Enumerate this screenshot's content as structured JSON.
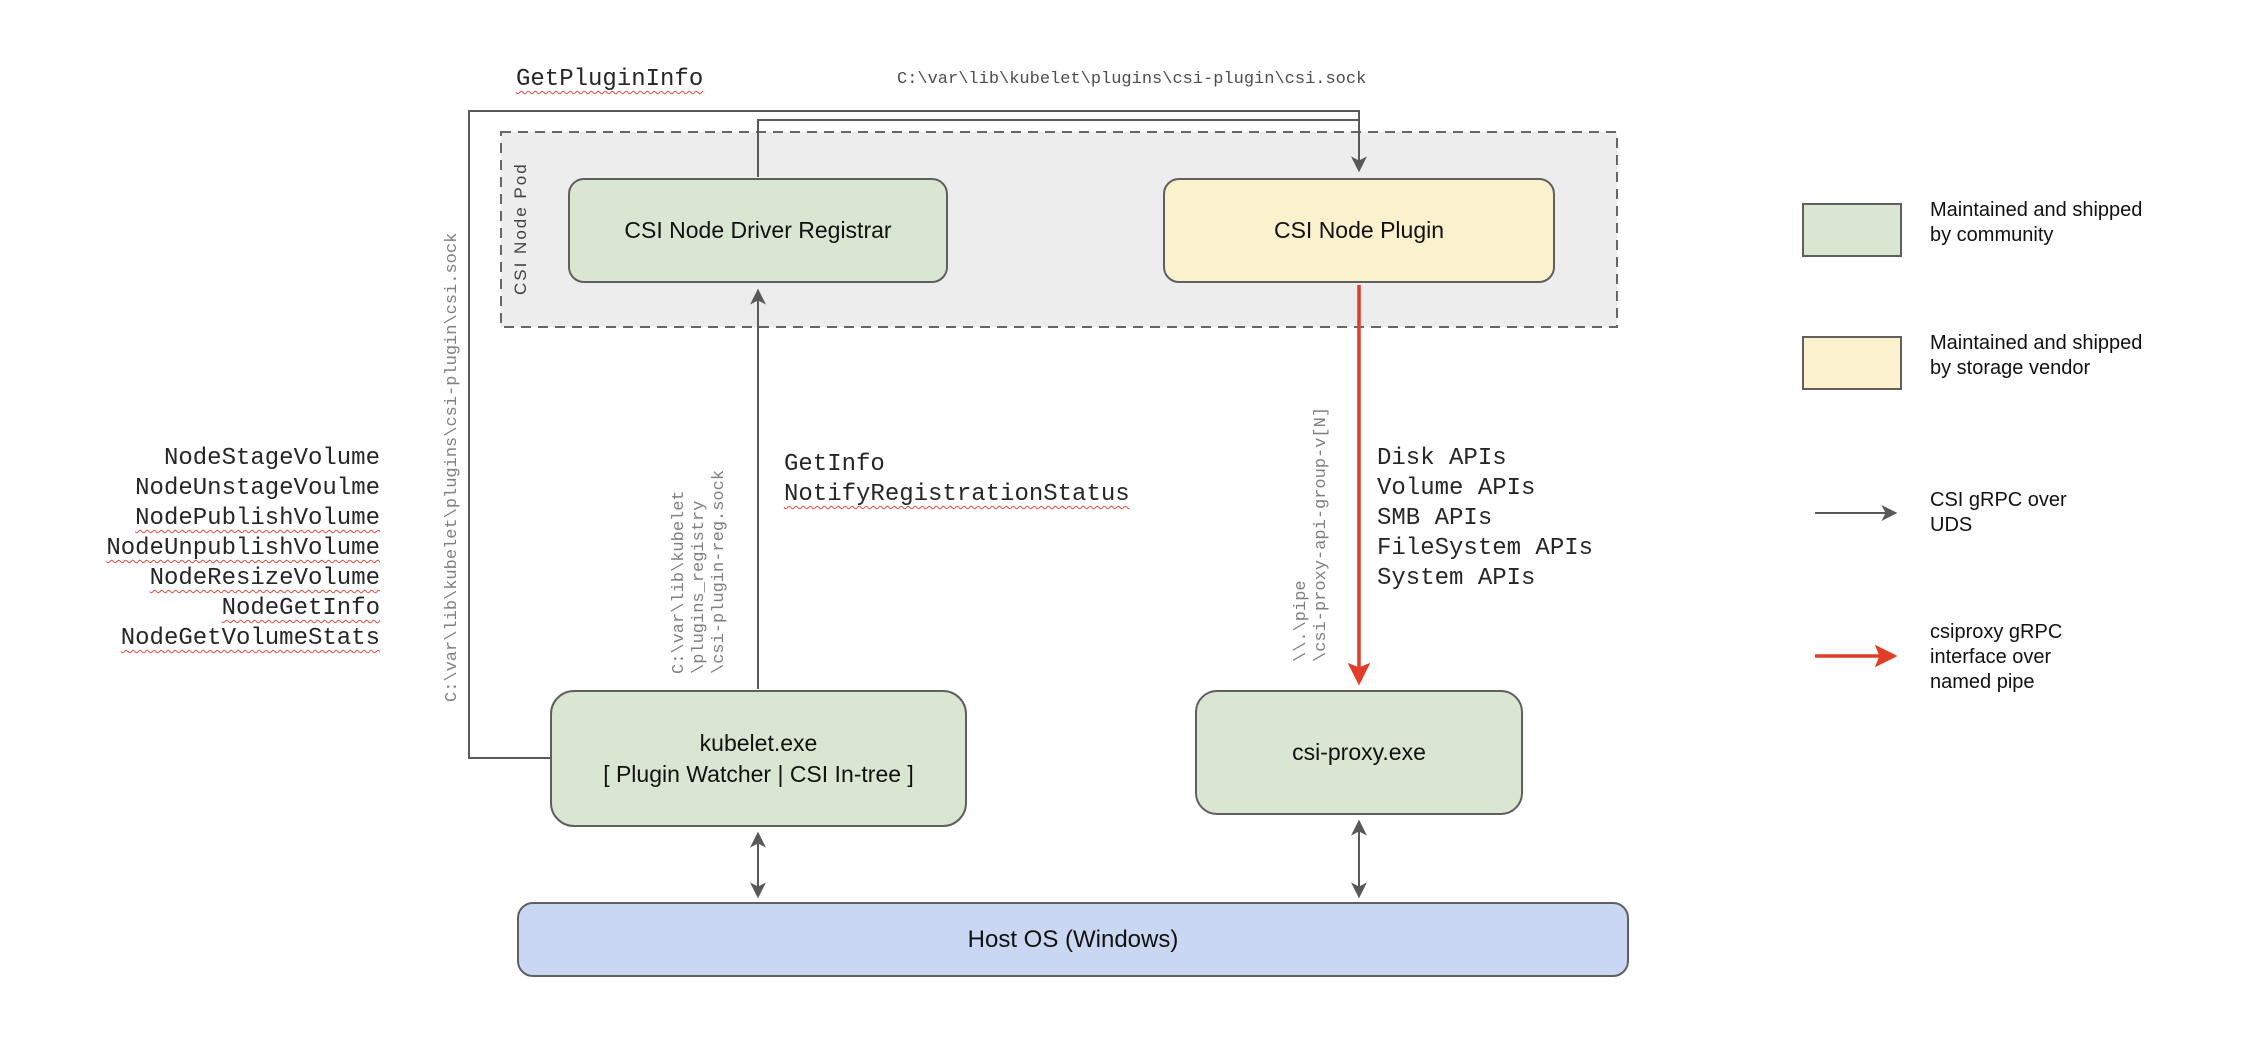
{
  "labels": {
    "get_plugin_info": "GetPluginInfo",
    "csi_sock_path_top": "C:\\var\\lib\\kubelet\\plugins\\csi-plugin\\csi.sock",
    "csi_sock_path_left": "C:\\var\\lib\\kubelet\\plugins\\csi-plugin\\csi.sock"
  },
  "pod": {
    "label": "CSI Node Pod"
  },
  "nodes": {
    "registrar": {
      "label": "CSI Node Driver Registrar"
    },
    "plugin": {
      "label": "CSI Node Plugin"
    },
    "kubelet": {
      "line1": "kubelet.exe",
      "line2": "[ Plugin Watcher | CSI In-tree ]"
    },
    "csi_proxy": {
      "label": "csi-proxy.exe"
    },
    "host": {
      "label": "Host OS (Windows)"
    }
  },
  "node_calls": [
    "NodeStageVolume",
    "NodeUnstageVoulme",
    "NodePublishVolume",
    "NodeUnpublishVolume",
    "NodeResizeVolume",
    "NodeGetInfo",
    "NodeGetVolumeStats"
  ],
  "registration_calls": [
    "GetInfo",
    "NotifyRegistrationStatus"
  ],
  "reg_sock_path_lines": [
    "C:\\var\\lib\\kubelet",
    "\\plugins_registry",
    "\\csi-plugin-reg.sock"
  ],
  "named_pipe_lines": [
    "\\\\.\\pipe",
    "\\csi-proxy-api-group-v[N]"
  ],
  "api_groups": [
    "Disk APIs",
    "Volume APIs",
    "SMB APIs",
    "FileSystem APIs",
    "System APIs"
  ],
  "legend": {
    "community": {
      "lines": [
        "Maintained and shipped",
        "by community"
      ],
      "color": "#d9e7d2"
    },
    "vendor": {
      "lines": [
        "Maintained and shipped",
        "by storage vendor"
      ],
      "color": "#fbf1cd"
    },
    "uds": {
      "lines": [
        "CSI gRPC over",
        "UDS"
      ],
      "arrow_color": "#595959"
    },
    "pipe": {
      "lines": [
        "csiproxy gRPC",
        "interface over",
        "named pipe"
      ],
      "arrow_color": "#e23d28"
    }
  },
  "colors": {
    "community_green": "#d9e7d2",
    "vendor_yellow": "#fbf1cd",
    "host_blue": "#c9d7f2",
    "pod_gray": "#ededed",
    "connector_gray": "#595959",
    "named_pipe_red": "#e23d28"
  }
}
